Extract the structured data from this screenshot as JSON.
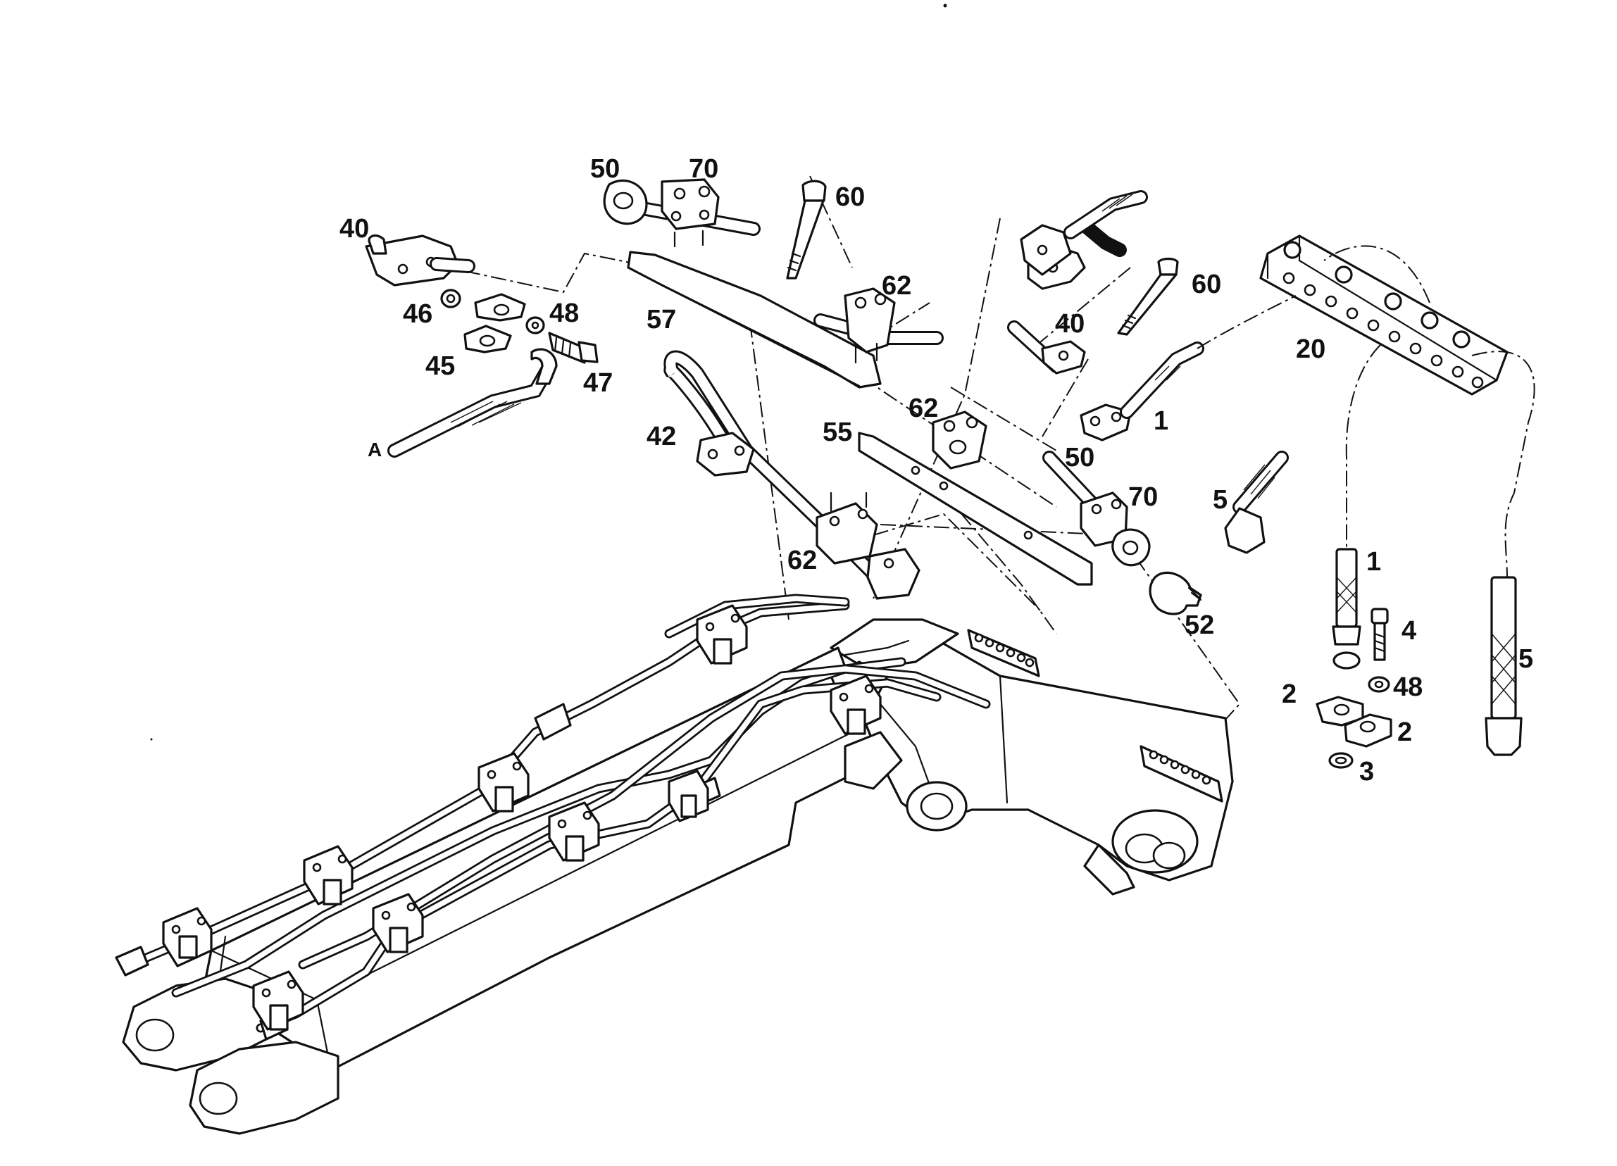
{
  "callouts": {
    "c50a": "50",
    "c70a": "70",
    "c60a": "60",
    "c40a": "40",
    "c46": "46",
    "c48a": "48",
    "c45": "45",
    "c47": "47",
    "c57": "57",
    "c62a": "62",
    "c60b": "60",
    "c40b": "40",
    "c20": "20",
    "c1a": "1",
    "c42": "42",
    "c62b": "62",
    "c55": "55",
    "c50b": "50",
    "c70b": "70",
    "c5a": "5",
    "c62c": "62",
    "c52": "52",
    "c1b": "1",
    "c4": "4",
    "c48b": "48",
    "c5b": "5",
    "c2a": "2",
    "c2b": "2",
    "c3": "3",
    "cA": "A"
  }
}
